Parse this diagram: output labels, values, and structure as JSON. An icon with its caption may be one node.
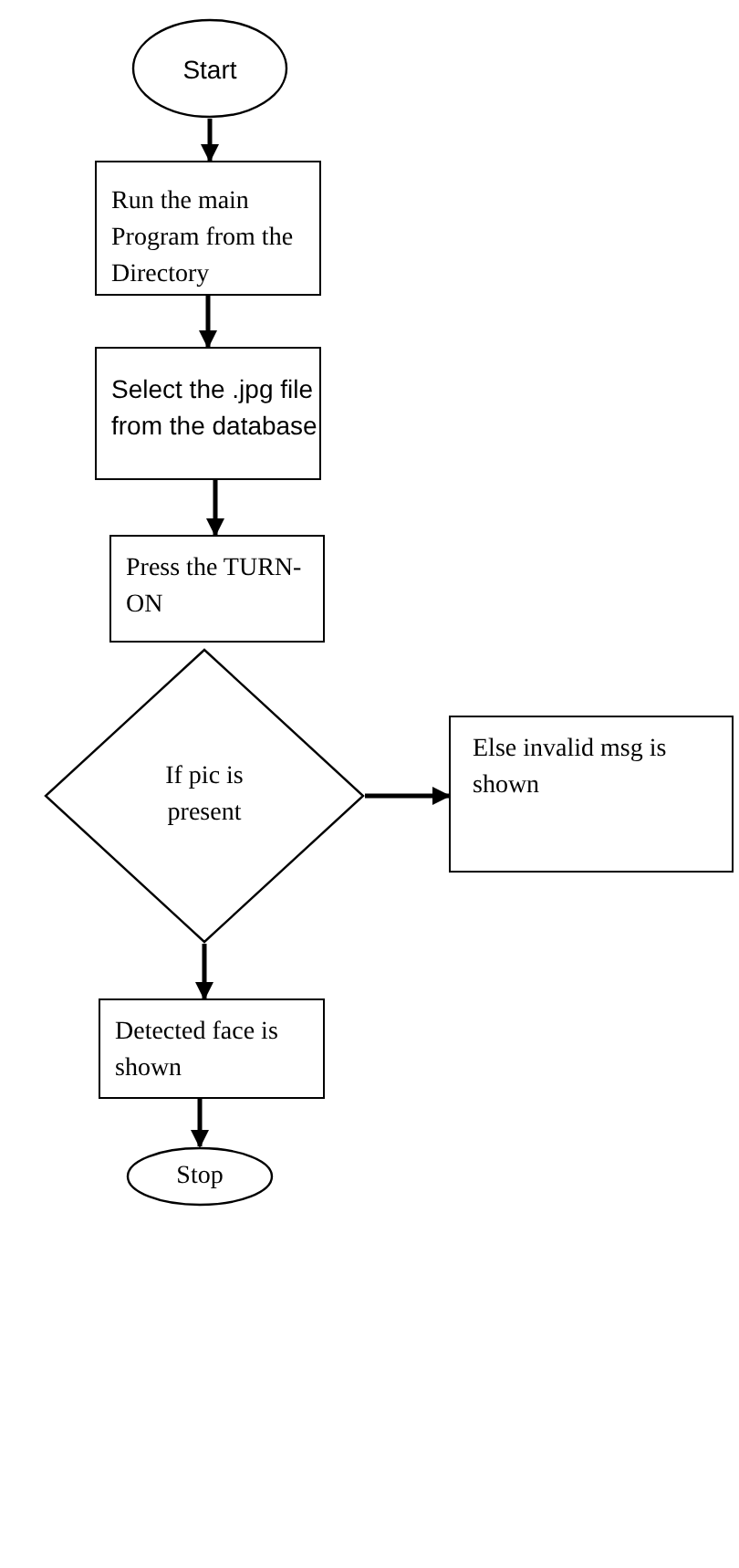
{
  "diagram": {
    "nodes": [
      {
        "text": [
          "Start"
        ]
      },
      {
        "text": [
          "Run the main Program from the Directory"
        ]
      },
      {
        "text": [
          "Select the .jpg file from the database"
        ]
      },
      {
        "text": [
          "Press the TURN-ON"
        ]
      },
      {
        "text": [
          "If pic is present"
        ]
      },
      {
        "text": [
          "Else invalid msg is shown"
        ]
      },
      {
        "text": [
          "Detected face is shown"
        ]
      },
      {
        "text": [
          "Stop"
        ]
      }
    ],
    "edges": [
      {
        "from": 0,
        "to": 1,
        "arrow": "to"
      },
      {
        "from": 1,
        "to": 2,
        "arrow": "to"
      },
      {
        "from": 2,
        "to": 3,
        "arrow": "to"
      },
      {
        "from": 4,
        "to": 5,
        "arrow": "to"
      },
      {
        "from": 4,
        "to": 6,
        "arrow": "to"
      },
      {
        "from": 6,
        "to": 7,
        "arrow": "to"
      }
    ]
  }
}
